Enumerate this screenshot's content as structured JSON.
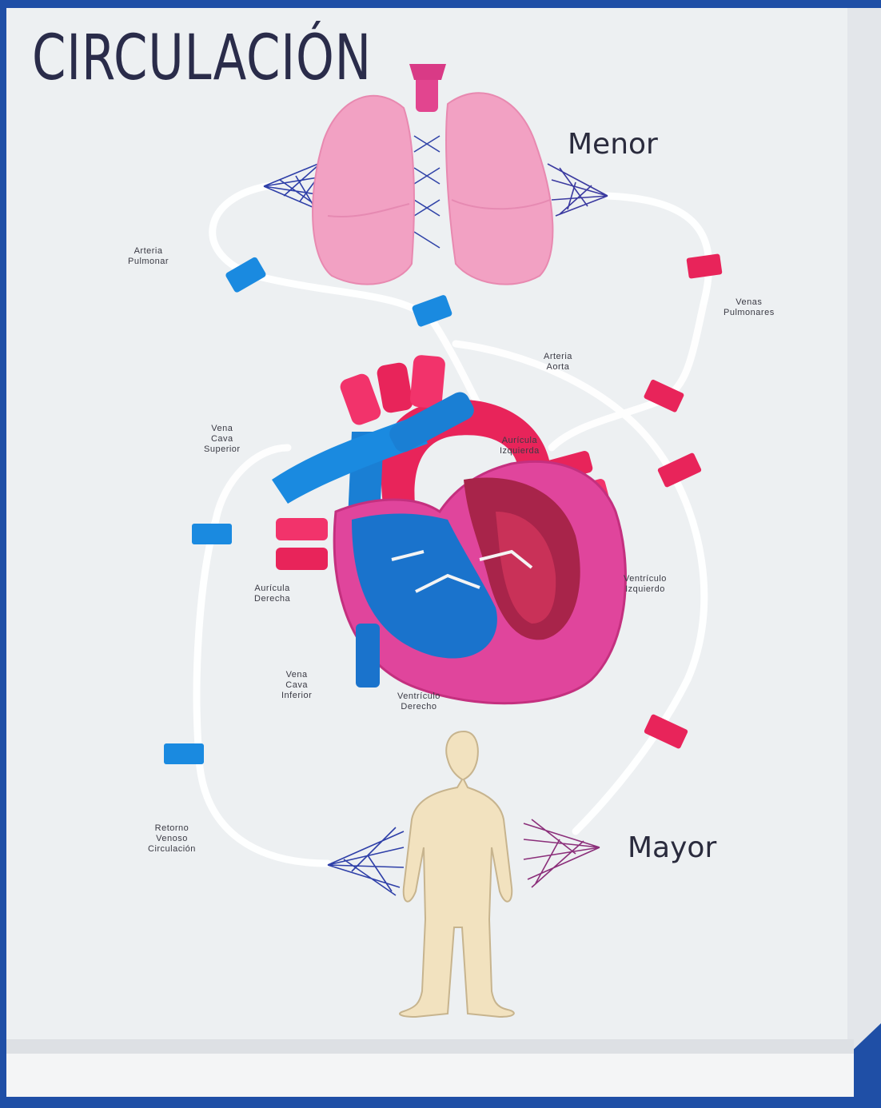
{
  "title": "CIRCULACIÓN",
  "circuits": {
    "minor": "Menor",
    "major": "Mayor"
  },
  "labels": {
    "pulmonary_artery": "Arteria\nPulmonar",
    "pulmonary_veins": "Venas\nPulmonares",
    "aorta": "Arteria\nAorta",
    "superior_vena_cava": "Vena\nCava\nSuperior",
    "left_atrium": "Aurícula\nIzquierda",
    "left_ventricle": "Ventrículo\nIzquierdo",
    "right_atrium": "Aurícula\nDerecha",
    "inferior_vena_cava": "Vena\nCava\nInferior",
    "right_ventricle": "Ventrículo\nDerecho",
    "return": "Retorno\nVenoso\nCirculación"
  },
  "colors": {
    "board": "#eef0f3",
    "background": "#1f4fa6",
    "venous_blue": "#1a7fd4",
    "arterial_red": "#e8245a",
    "heart_pink": "#e0459c",
    "lung_pink": "#f29cc0",
    "body_beige": "#f2e2bf"
  }
}
